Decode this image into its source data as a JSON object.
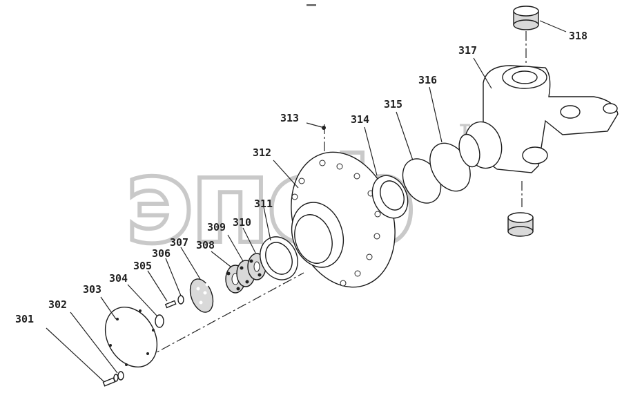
{
  "watermark": {
    "text": "эпсb",
    "tm": "TM"
  },
  "labels": {
    "p301": "301",
    "p302": "302",
    "p303": "303",
    "p304": "304",
    "p305": "305",
    "p306": "306",
    "p307": "307",
    "p308": "308",
    "p309": "309",
    "p310": "310",
    "p311": "311",
    "p312": "312",
    "p313": "313",
    "p314": "314",
    "p315": "315",
    "p316": "316",
    "p317": "317",
    "p318": "318"
  }
}
